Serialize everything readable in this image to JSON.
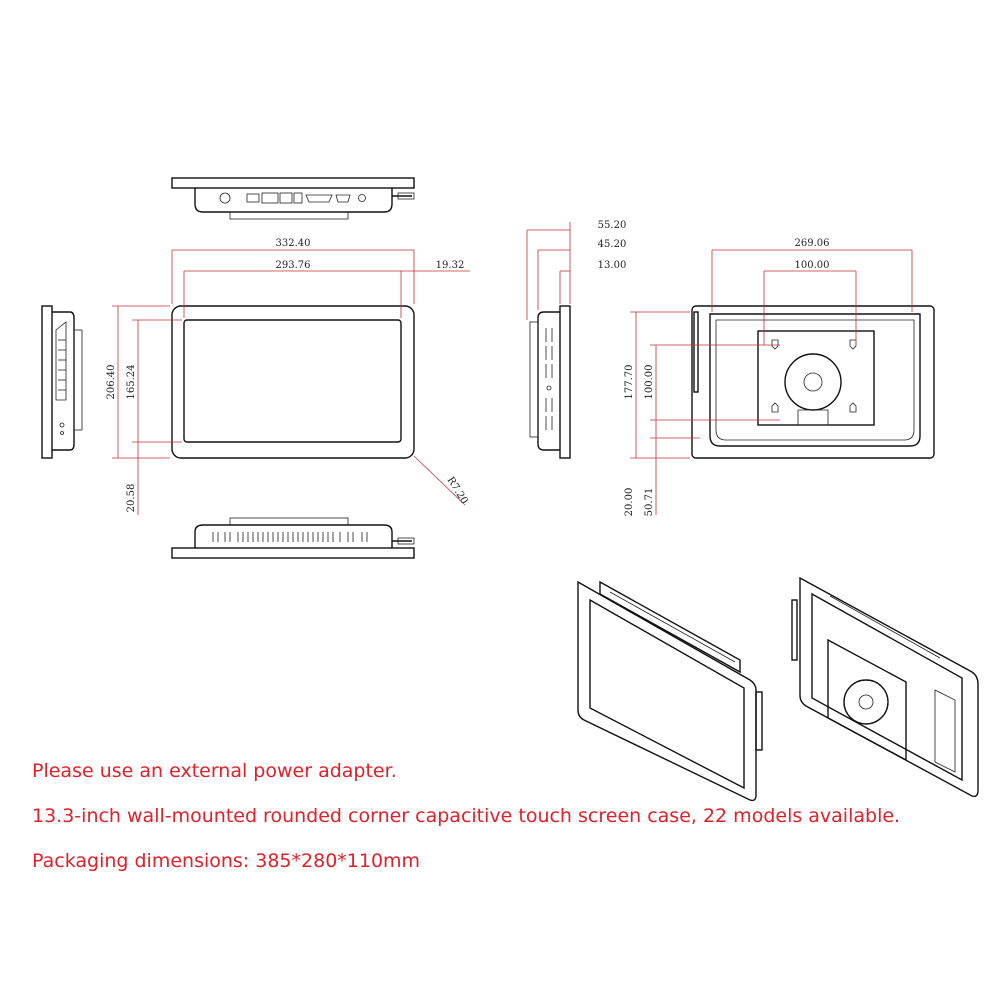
{
  "dimensions": {
    "overall_width": "332.40",
    "screen_width": "293.76",
    "bezel_side": "19.32",
    "overall_height": "206.40",
    "screen_height": "165.24",
    "bezel_bottom": "20.58",
    "corner_radius": "R7.20",
    "depth_total": "55.20",
    "depth_body": "45.20",
    "depth_frame": "13.00",
    "back_width": "269.06",
    "vesa_horizontal": "100.00",
    "back_height": "177.70",
    "vesa_vertical": "100.00",
    "back_offset_a": "20.00",
    "back_offset_b": "50.71"
  },
  "notes": {
    "line1": "Please use an external power adapter.",
    "line2": "13.3-inch wall-mounted rounded corner capacitive touch screen case, 22 models available.",
    "line3": "Packaging dimensions: 385*280*110mm"
  },
  "colors": {
    "note_text": "#e0202a",
    "line_art": "#111111",
    "dimension_line": "#c0303a"
  }
}
